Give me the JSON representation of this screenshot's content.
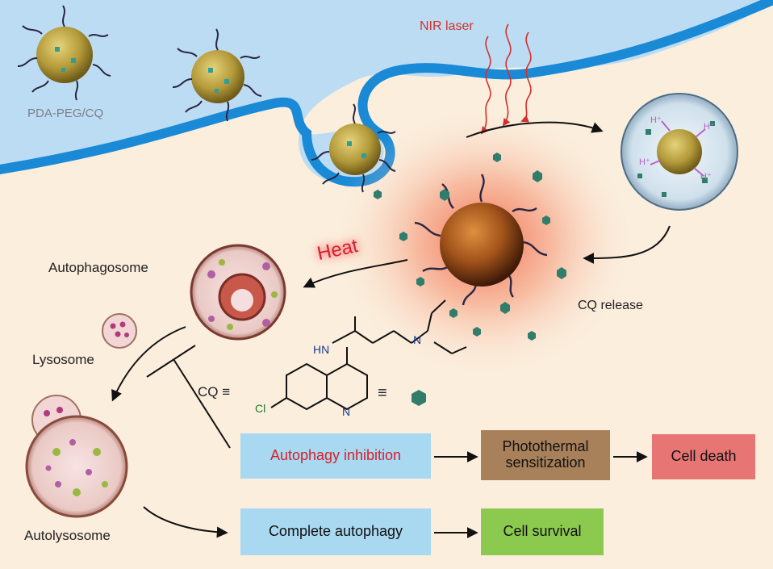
{
  "labels": {
    "nanoparticle": "PDA-PEG/CQ",
    "laser": "NIR laser",
    "heat": "Heat",
    "release": "CQ release",
    "autophagosome": "Autophagosome",
    "lysosome": "Lysosome",
    "autolysosome": "Autolysosome",
    "cq_equiv": "CQ ≡",
    "equiv": "≡",
    "hn": "HN",
    "n": "N",
    "cl": "Cl",
    "proton": "H⁺"
  },
  "boxes": {
    "inhibition": "Autophagy inhibition",
    "photothermal": "Photothermal sensitization",
    "death": "Cell death",
    "complete": "Complete autophagy",
    "survival": "Cell survival"
  },
  "colors": {
    "cell_bg": "#fbeedd",
    "extracellular": "#bcdcf4",
    "membrane": "#1a8ad6",
    "gold_particle": "#b39a3a",
    "hot_particle": "#a0521a",
    "cq_molecule": "#2f7d6a",
    "box_blue": "#a9d8f1",
    "box_brown": "#a8805a",
    "box_red": "#e77574",
    "box_green": "#8bc94f",
    "heat_text": "#d61f2b",
    "laser": "#d4302b"
  }
}
